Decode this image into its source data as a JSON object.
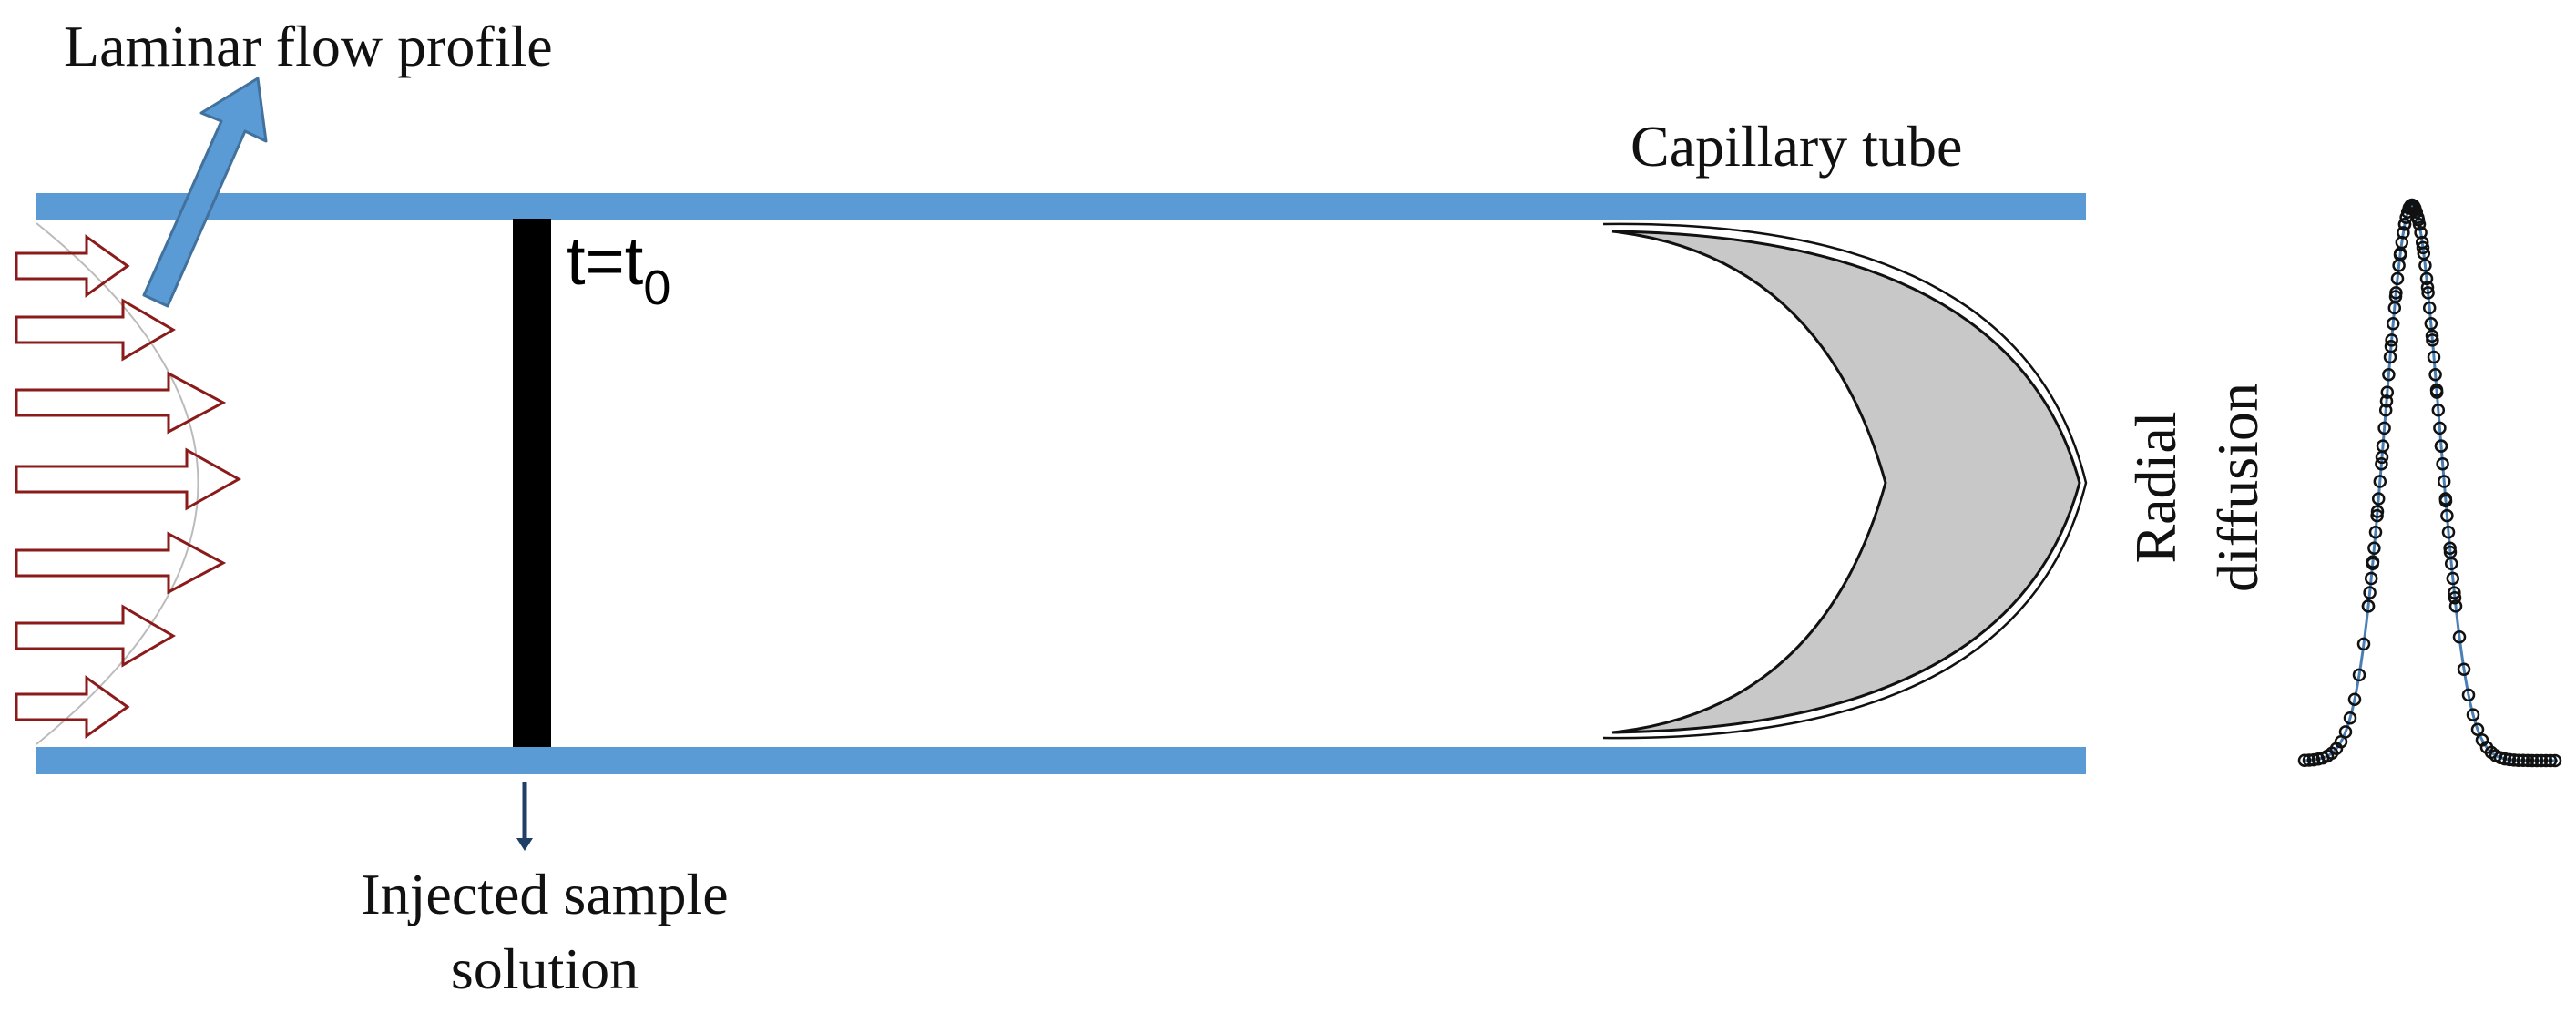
{
  "labels": {
    "laminar_flow_profile": "Laminar flow profile",
    "capillary_tube": "Capillary tube",
    "time_marker_base": "t=t",
    "time_marker_subscript": "0",
    "injected_sample_line1": "Injected sample",
    "injected_sample_line2": "solution",
    "radial_line1": "Radial",
    "radial_line2": "diffusion"
  },
  "colors": {
    "tube": "#5b9bd5",
    "flow_arrows": "#8b1a1a",
    "plug": "#000000",
    "band_fill": "#c8c8c8",
    "pointer_arrow": "#5b9bd5",
    "peak_line": "#4a7fb5",
    "peak_markers": "#111111"
  },
  "icons": {
    "flow_arrow": "hollow-right-arrow",
    "pointer": "blue-block-arrow",
    "peak": "gaussian-peak-circle-markers"
  }
}
